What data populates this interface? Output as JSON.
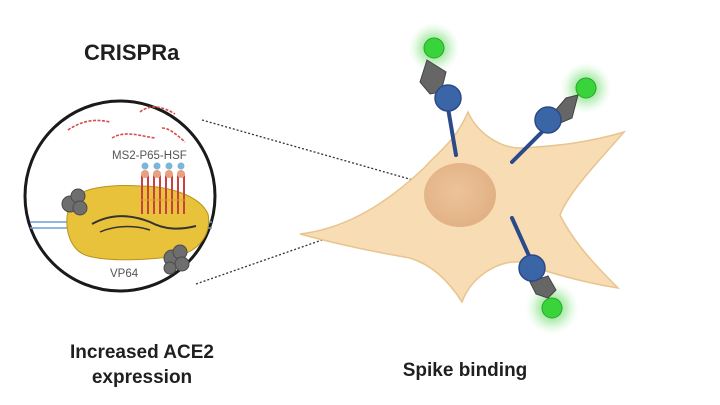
{
  "figure": {
    "title": "CRISPRa",
    "activator_label": "MS2-P65-HSF",
    "dcas9_label": "VP64",
    "left_caption": "Increased ACE2 expression",
    "right_caption": "Spike binding"
  },
  "colors": {
    "cell_fill": "#f8dcb3",
    "cell_stroke": "#e8c48f",
    "nucleus": "#e8bc8f",
    "receptor_blue": "#3a66a8",
    "stalk": "#2b4a8a",
    "spike_grey": "#666666",
    "glow_green": "#39d439",
    "dcas9_yellow": "#e8c23a",
    "rna_red": "#d94a4a",
    "dna_blue": "#6b9fd8"
  },
  "icons": [
    "cell-icon",
    "receptor-icon",
    "spike-protein-icon",
    "dcas9-complex-icon",
    "guide-rna-icon"
  ]
}
